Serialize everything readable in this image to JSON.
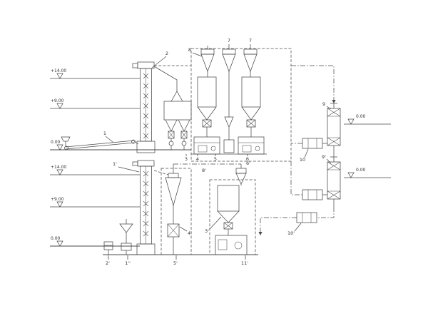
{
  "diagram": {
    "kind": "process-flow-elevation-diagram",
    "background": "#ffffff",
    "line_color": "#4a4a4a",
    "label_color": "#333333"
  },
  "labels": {
    "elev_tl_14": "+14.00",
    "elev_tl_9": "+9.00",
    "elev_tl_0": "0.00",
    "elev_bl_14": "+14.00",
    "elev_bl_9": "+9.00",
    "elev_bl_0": "0.00",
    "elev_r_top": "0.00",
    "elev_r_bottom": "0.00",
    "eq_1": "1",
    "eq_2": "2",
    "eq_3": "3",
    "eq_4": "4",
    "eq_5": "5",
    "eq_6": "6",
    "eq_7a": "7",
    "eq_7b": "7",
    "eq_8": "8",
    "eq_9": "9",
    "eq_9p": "9'",
    "eq_10": "10",
    "eq_10p": "10'",
    "eq_1p": "1'",
    "eq_1pp": "1''",
    "eq_2p": "2'",
    "eq_3p": "3'",
    "eq_4p": "4'",
    "eq_5p": "5'",
    "eq_6p": "6'",
    "eq_8p": "8'",
    "eq_11p": "11'"
  }
}
